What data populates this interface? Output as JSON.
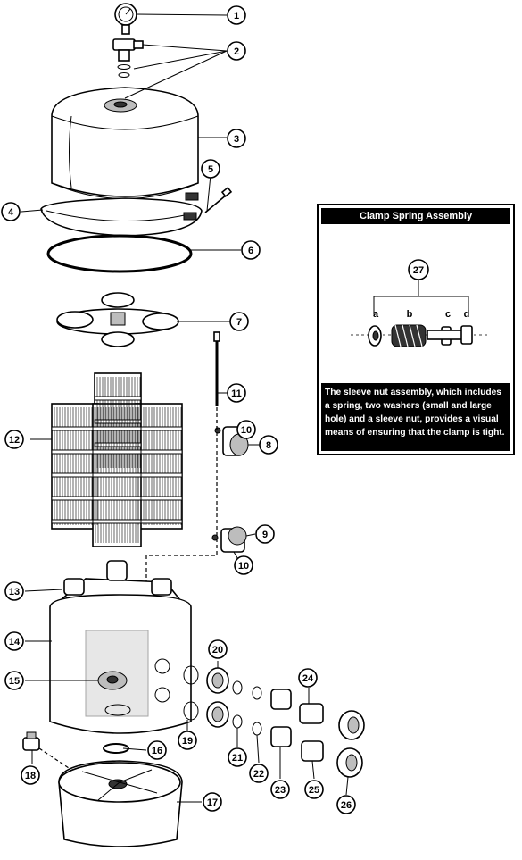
{
  "callouts": [
    {
      "num": "1"
    },
    {
      "num": "2"
    },
    {
      "num": "3"
    },
    {
      "num": "4"
    },
    {
      "num": "5"
    },
    {
      "num": "6"
    },
    {
      "num": "7"
    },
    {
      "num": "8"
    },
    {
      "num": "9"
    },
    {
      "num": "10"
    },
    {
      "num": "10"
    },
    {
      "num": "11"
    },
    {
      "num": "12"
    },
    {
      "num": "13"
    },
    {
      "num": "14"
    },
    {
      "num": "15"
    },
    {
      "num": "16"
    },
    {
      "num": "17"
    },
    {
      "num": "18"
    },
    {
      "num": "19"
    },
    {
      "num": "20"
    },
    {
      "num": "21"
    },
    {
      "num": "22"
    },
    {
      "num": "23"
    },
    {
      "num": "24"
    },
    {
      "num": "25"
    },
    {
      "num": "26"
    }
  ],
  "inset": {
    "title": "Clamp Spring Assembly",
    "callout": "27",
    "labels": [
      "a",
      "b",
      "c",
      "d"
    ],
    "caption": "The sleeve nut assembly, which includes a spring, two washers (small and large hole) and a sleeve nut, provides a visual means of ensuring that the clamp is tight."
  }
}
